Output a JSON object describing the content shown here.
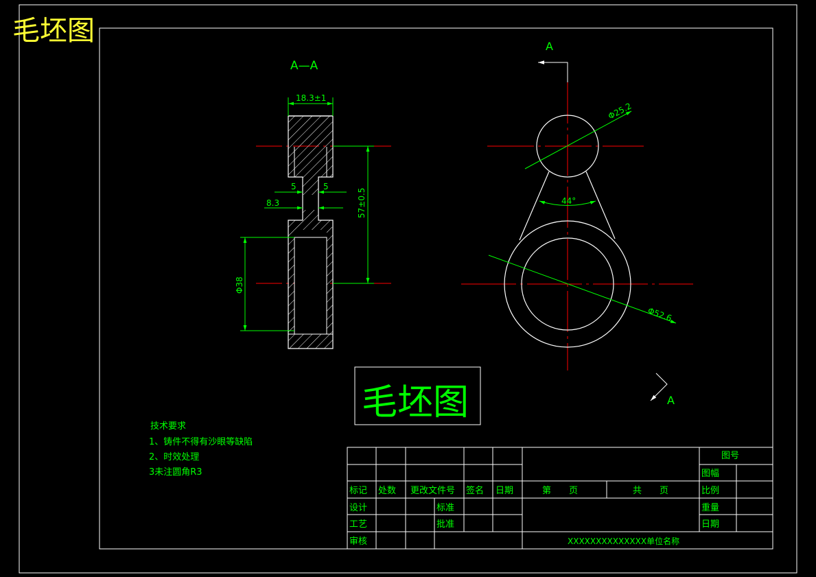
{
  "corner_title": "毛坯图",
  "stamp_title": "毛坯图",
  "section_label": "A—A",
  "view_arrow_label_top": "A",
  "view_arrow_label_bottom": "A",
  "dimensions": {
    "width_top": "18.3±1",
    "step_left": "5",
    "step_right": "5",
    "web": "8.3",
    "center_distance": "57±0.5",
    "bore": "Φ38",
    "small_dia": "Φ25.2",
    "large_dia": "Φ52.6",
    "angle": "44°"
  },
  "tech_requirements": {
    "heading": "技术要求",
    "items": [
      "1、铸件不得有沙眼等缺陷",
      "2、时效处理",
      "3未注圆角R3"
    ]
  },
  "title_block": {
    "mark": "标记",
    "count": "处数",
    "change_doc": "更改文件号",
    "signature": "签名",
    "date": "日期",
    "page_of": "第　　页",
    "total": "共　　页",
    "design": "设计",
    "standard": "标准",
    "process": "工艺",
    "approve": "批准",
    "review": "审核",
    "drawing_no": "图号",
    "sheet_size": "图幅",
    "scale": "比例",
    "weight": "重量",
    "date_right": "日期",
    "company": "XXXXXXXXXXXXXX单位名称"
  },
  "colors": {
    "background": "#000000",
    "lines": "#ffffff",
    "dimensions": "#00ff00",
    "centerlines": "#ff0000",
    "title": "#ffff33"
  }
}
